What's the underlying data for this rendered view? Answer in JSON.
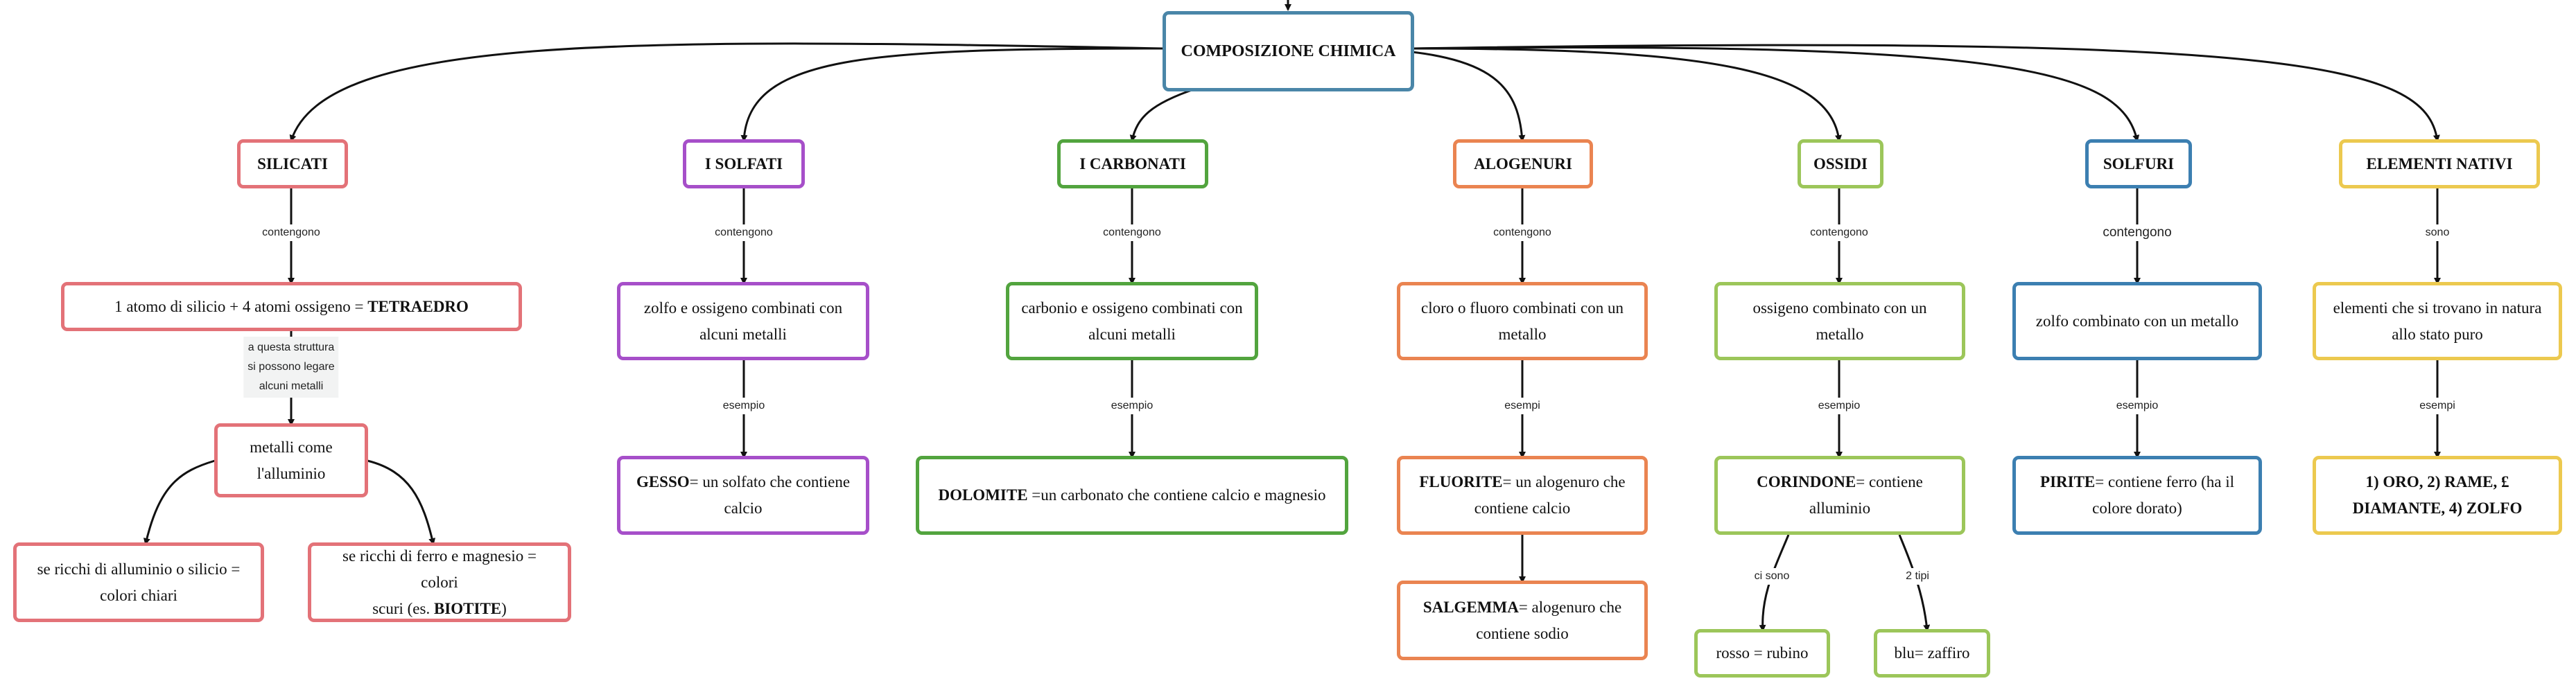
{
  "root": "COMPOSIZIONE CHIMICA",
  "categories": {
    "silicati": "SILICATI",
    "solfati": "I SOLFATI",
    "carbonati": "I CARBONATI",
    "alogenuri": "ALOGENURI",
    "ossidi": "OSSIDI",
    "solfuri": "SOLFURI",
    "nativi": "ELEMENTI NATIVI"
  },
  "labels": {
    "contengono": "contengono",
    "sono": "sono",
    "esempio": "esempio",
    "esempi": "esempi",
    "silicati_note_1": "a questa struttura",
    "silicati_note_2": "si possono legare",
    "silicati_note_3": "alcuni metalli",
    "ci_sono": "ci sono",
    "due_tipi": "2 tipi"
  },
  "nodes": {
    "silicati_def_pre": "1 atomo di silicio + 4 atomi ossigeno = ",
    "silicati_def_bold": "TETRAEDRO",
    "metalli_1": "metalli come",
    "metalli_2": "l'alluminio",
    "chiari_1": "se ricchi di alluminio o silicio =",
    "chiari_2": "colori chiari",
    "scuri_1": "se ricchi di ferro e magnesio = colori",
    "scuri_2_pre": "scuri (es. ",
    "scuri_2_bold": "BIOTITE",
    "scuri_2_post": ")",
    "solfati_def_1": "zolfo e ossigeno combinati con",
    "solfati_def_2": "alcuni metalli",
    "gesso_bold": "GESSO",
    "gesso_1": "= un solfato che contiene",
    "gesso_2": "calcio",
    "carbonati_def_1": "carbonio e ossigeno combinati con",
    "carbonati_def_2": "alcuni metalli",
    "dolomite_bold": "DOLOMITE",
    "dolomite_rest": " =un carbonato che contiene calcio e magnesio",
    "alogenuri_def_1": "cloro o fluoro combinati con un",
    "alogenuri_def_2": "metallo",
    "fluorite_bold": "FLUORITE",
    "fluorite_1": "= un alogenuro che",
    "fluorite_2": "contiene calcio",
    "salgemma_bold": "SALGEMMA",
    "salgemma_1": "= alogenuro che",
    "salgemma_2": "contiene sodio",
    "ossidi_def": "ossigeno combinato con un metallo",
    "corindone_bold": "CORINDONE",
    "corindone_1": "= contiene",
    "corindone_2": "alluminio",
    "rubino": "rosso = rubino",
    "zaffiro": "blu= zaffiro",
    "solfuri_def": "zolfo combinato con un metallo",
    "pirite_bold": "PIRITE",
    "pirite_1": "= contiene ferro (ha il",
    "pirite_2": "colore dorato)",
    "nativi_def_1": "elementi che si trovano in natura",
    "nativi_def_2": "allo stato puro",
    "nativi_ex_1": "1) ORO, 2) RAME, £",
    "nativi_ex_2": "DIAMANTE, 4) ZOLFO"
  },
  "colors": {
    "root": "#4a86a8",
    "silicati": "#e37278",
    "solfati": "#a64fc9",
    "carbonati": "#52a43e",
    "alogenuri": "#ea8451",
    "ossidi": "#9cc65a",
    "solfuri": "#3c7fb1",
    "nativi": "#ecc94f"
  }
}
